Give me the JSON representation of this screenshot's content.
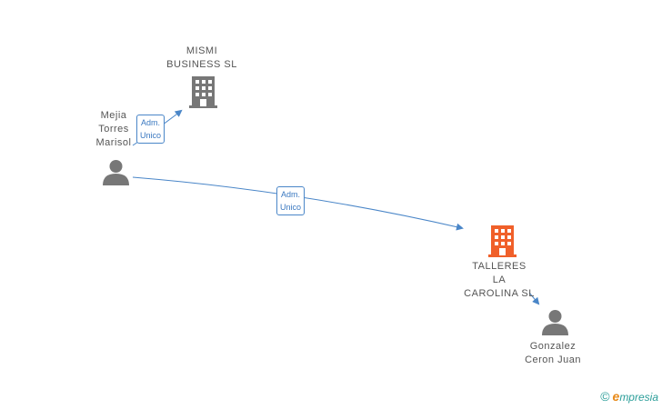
{
  "nodes": {
    "mismi": {
      "label_lines": [
        "MISMI",
        "BUSINESS  SL"
      ],
      "color": "#777777"
    },
    "talleres": {
      "label_lines": [
        "TALLERES",
        "LA",
        "CAROLINA  SL"
      ],
      "color": "#f0602a"
    },
    "mejia": {
      "label_lines": [
        "Mejia",
        "Torres",
        "Marisol"
      ],
      "color": "#777777"
    },
    "gonzalez": {
      "label_lines": [
        "Gonzalez",
        "Ceron Juan"
      ],
      "color": "#777777"
    }
  },
  "edges": [
    {
      "label_lines": [
        "Adm.",
        "Unico"
      ]
    },
    {
      "label_lines": [
        "Adm.",
        "Unico"
      ]
    }
  ],
  "edge_color": "#4a86c8",
  "brand": {
    "copyright": "©",
    "initial": "e",
    "rest": "mpresia"
  }
}
